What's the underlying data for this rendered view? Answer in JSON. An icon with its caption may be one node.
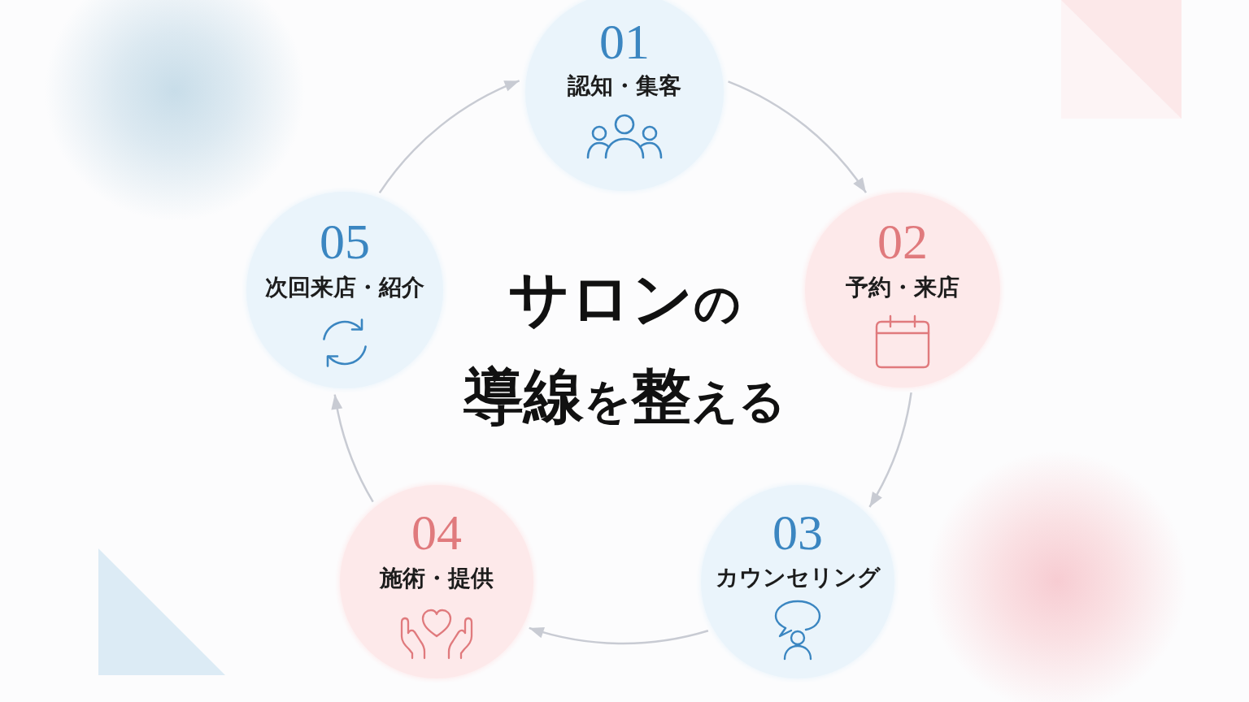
{
  "diagram": {
    "title": "サロンの導線を整える",
    "nodes": [
      {
        "text": [
          "01",
          "認知・集客"
        ]
      },
      {
        "text": [
          "02",
          "予約・来店"
        ]
      },
      {
        "text": [
          "03",
          "カウンセリング"
        ]
      },
      {
        "text": [
          "04",
          "施術・提供"
        ]
      },
      {
        "text": [
          "05",
          "次回来店・紹介"
        ]
      }
    ],
    "edges": [
      {
        "from": 0,
        "to": 1,
        "arrow": "to"
      },
      {
        "from": 1,
        "to": 2,
        "arrow": "to"
      },
      {
        "from": 2,
        "to": 3,
        "arrow": "to"
      },
      {
        "from": 3,
        "to": 4,
        "arrow": "to"
      },
      {
        "from": 4,
        "to": 0,
        "arrow": "to"
      }
    ]
  }
}
